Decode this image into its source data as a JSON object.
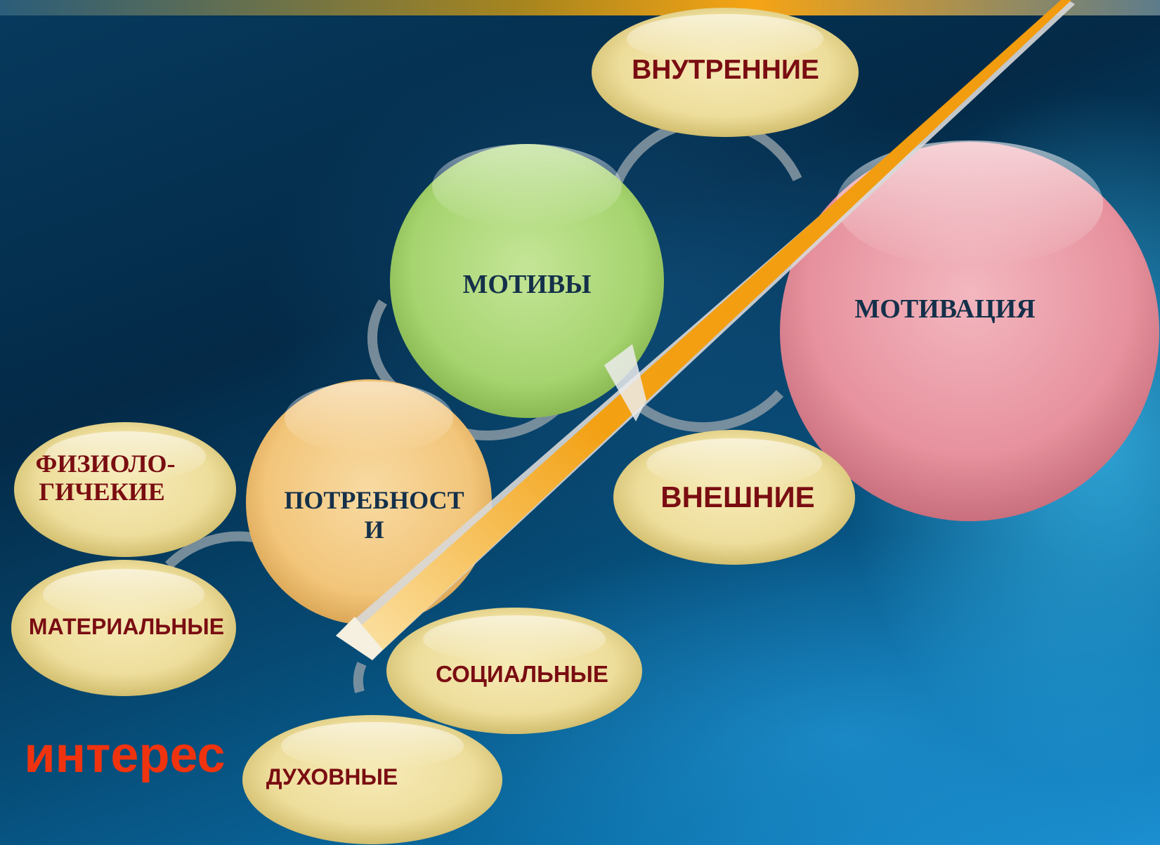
{
  "colors": {
    "leaf_text": "#7a0d12",
    "center_text": "#14304a",
    "interest_text": "#f0330f",
    "motives_circle": "#a6d46f",
    "motivation_circle": "#e7929e",
    "needs_circle": "#f2c57a",
    "leaf_ellipse": "#eede9c",
    "arrow": "#f3a012"
  },
  "nodes": {
    "motivation": "МОТИВАЦИЯ",
    "motives": "МОТИВЫ",
    "needs": "ПОТРЕБНОСТ И",
    "internal": "ВНУТРЕННИЕ",
    "external": "ВНЕШНИЕ",
    "physiological_line1": "ФИЗИОЛО-",
    "physiological_line2": "ГИЧЕКИЕ",
    "material": "МАТЕРИАЛЬНЫЕ",
    "social": "СОЦИАЛЬНЫЕ",
    "spiritual": "ДУХОВНЫЕ"
  },
  "interest": "интерес"
}
